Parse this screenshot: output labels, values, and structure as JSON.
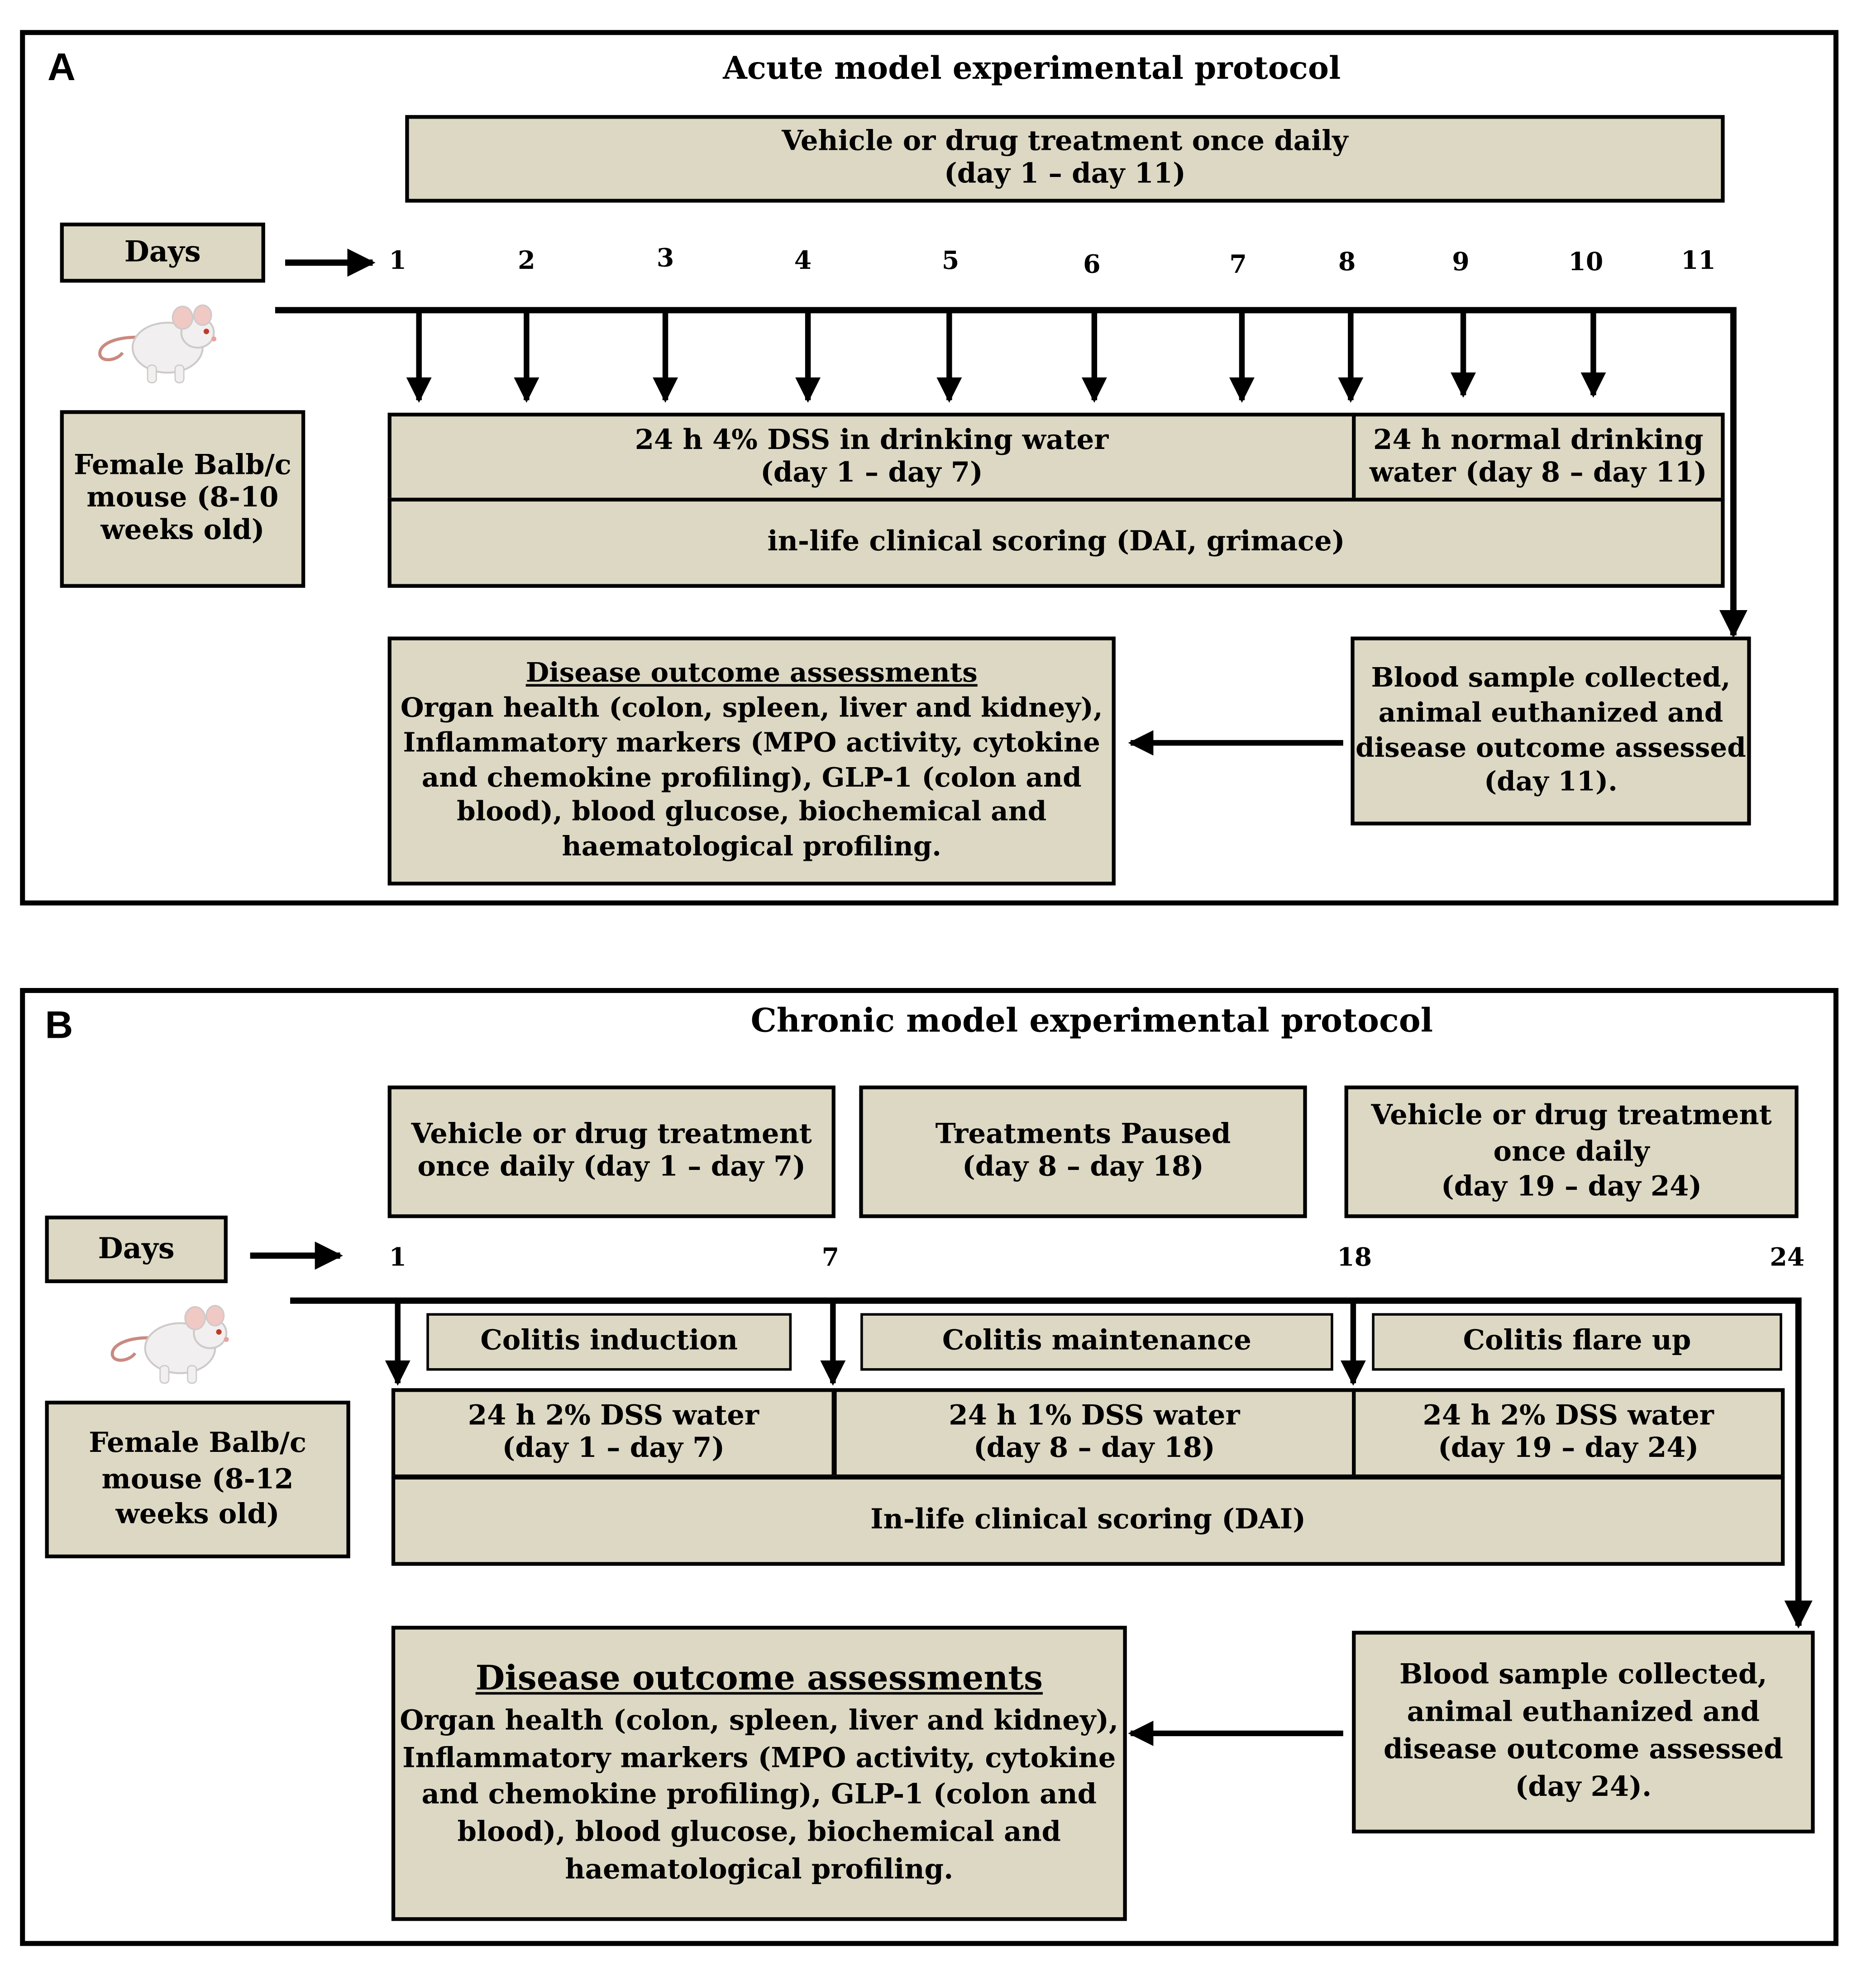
{
  "panel_a": {
    "label": "A",
    "title": "Acute model experimental protocol",
    "treatment": [
      "Vehicle or drug treatment once daily",
      "(day 1 – day 11)"
    ],
    "days_label": "Days",
    "days": [
      "1",
      "2",
      "3",
      "4",
      "5",
      "6",
      "7",
      "8",
      "9",
      "10",
      "11"
    ],
    "subject": [
      "Female Balb/c",
      "mouse (8-10",
      "weeks old)"
    ],
    "dss": [
      "24 h 4% DSS in drinking water",
      "(day 1 – day 7)"
    ],
    "normal_water": [
      "24 h normal drinking",
      "water (day 8 – day 11)"
    ],
    "scoring": "in-life clinical scoring (DAI, grimace)",
    "outcome_title": "Disease outcome assessments",
    "outcome_lines": [
      "Organ health (colon, spleen, liver and kidney),",
      "Inflammatory markers (MPO activity, cytokine",
      "and chemokine profiling), GLP-1 (colon and",
      "blood), blood glucose, biochemical and",
      "haematological profiling."
    ],
    "endpoint": [
      "Blood sample collected,",
      "animal euthanized  and",
      "disease outcome assessed",
      "(day 11)."
    ]
  },
  "panel_b": {
    "label": "B",
    "title": "Chronic model experimental protocol",
    "treatment_1": [
      "Vehicle or drug treatment",
      "once daily (day 1 – day 7)"
    ],
    "treatment_paused": [
      "Treatments Paused",
      "(day 8 – day 18)"
    ],
    "treatment_2": [
      "Vehicle or drug treatment",
      "once daily",
      "(day 19 – day 24)"
    ],
    "days_label": "Days",
    "days": [
      "1",
      "7",
      "18",
      "24"
    ],
    "subject": [
      "Female Balb/c",
      "mouse (8-12",
      "weeks old)"
    ],
    "phases": [
      "Colitis induction",
      "Colitis maintenance",
      "Colitis flare up"
    ],
    "dss_1": [
      "24 h 2% DSS water",
      "(day 1 – day 7)"
    ],
    "dss_2": [
      "24 h 1% DSS water",
      "(day 8 – day 18)"
    ],
    "dss_3": [
      "24 h 2% DSS water",
      "(day 19 – day 24)"
    ],
    "scoring": "In-life clinical scoring (DAI)",
    "outcome_title": "Disease outcome assessments",
    "outcome_lines": [
      "Organ health (colon, spleen, liver and kidney),",
      "Inflammatory markers (MPO activity, cytokine",
      "and chemokine profiling), GLP-1 (colon and",
      "blood), blood glucose, biochemical and",
      "haematological profiling."
    ],
    "endpoint": [
      "Blood sample collected,",
      "animal euthanized  and",
      "disease outcome assessed",
      "(day 24)."
    ]
  },
  "colors": {
    "box_fill": "#ddd8c3",
    "line": "#000000"
  }
}
